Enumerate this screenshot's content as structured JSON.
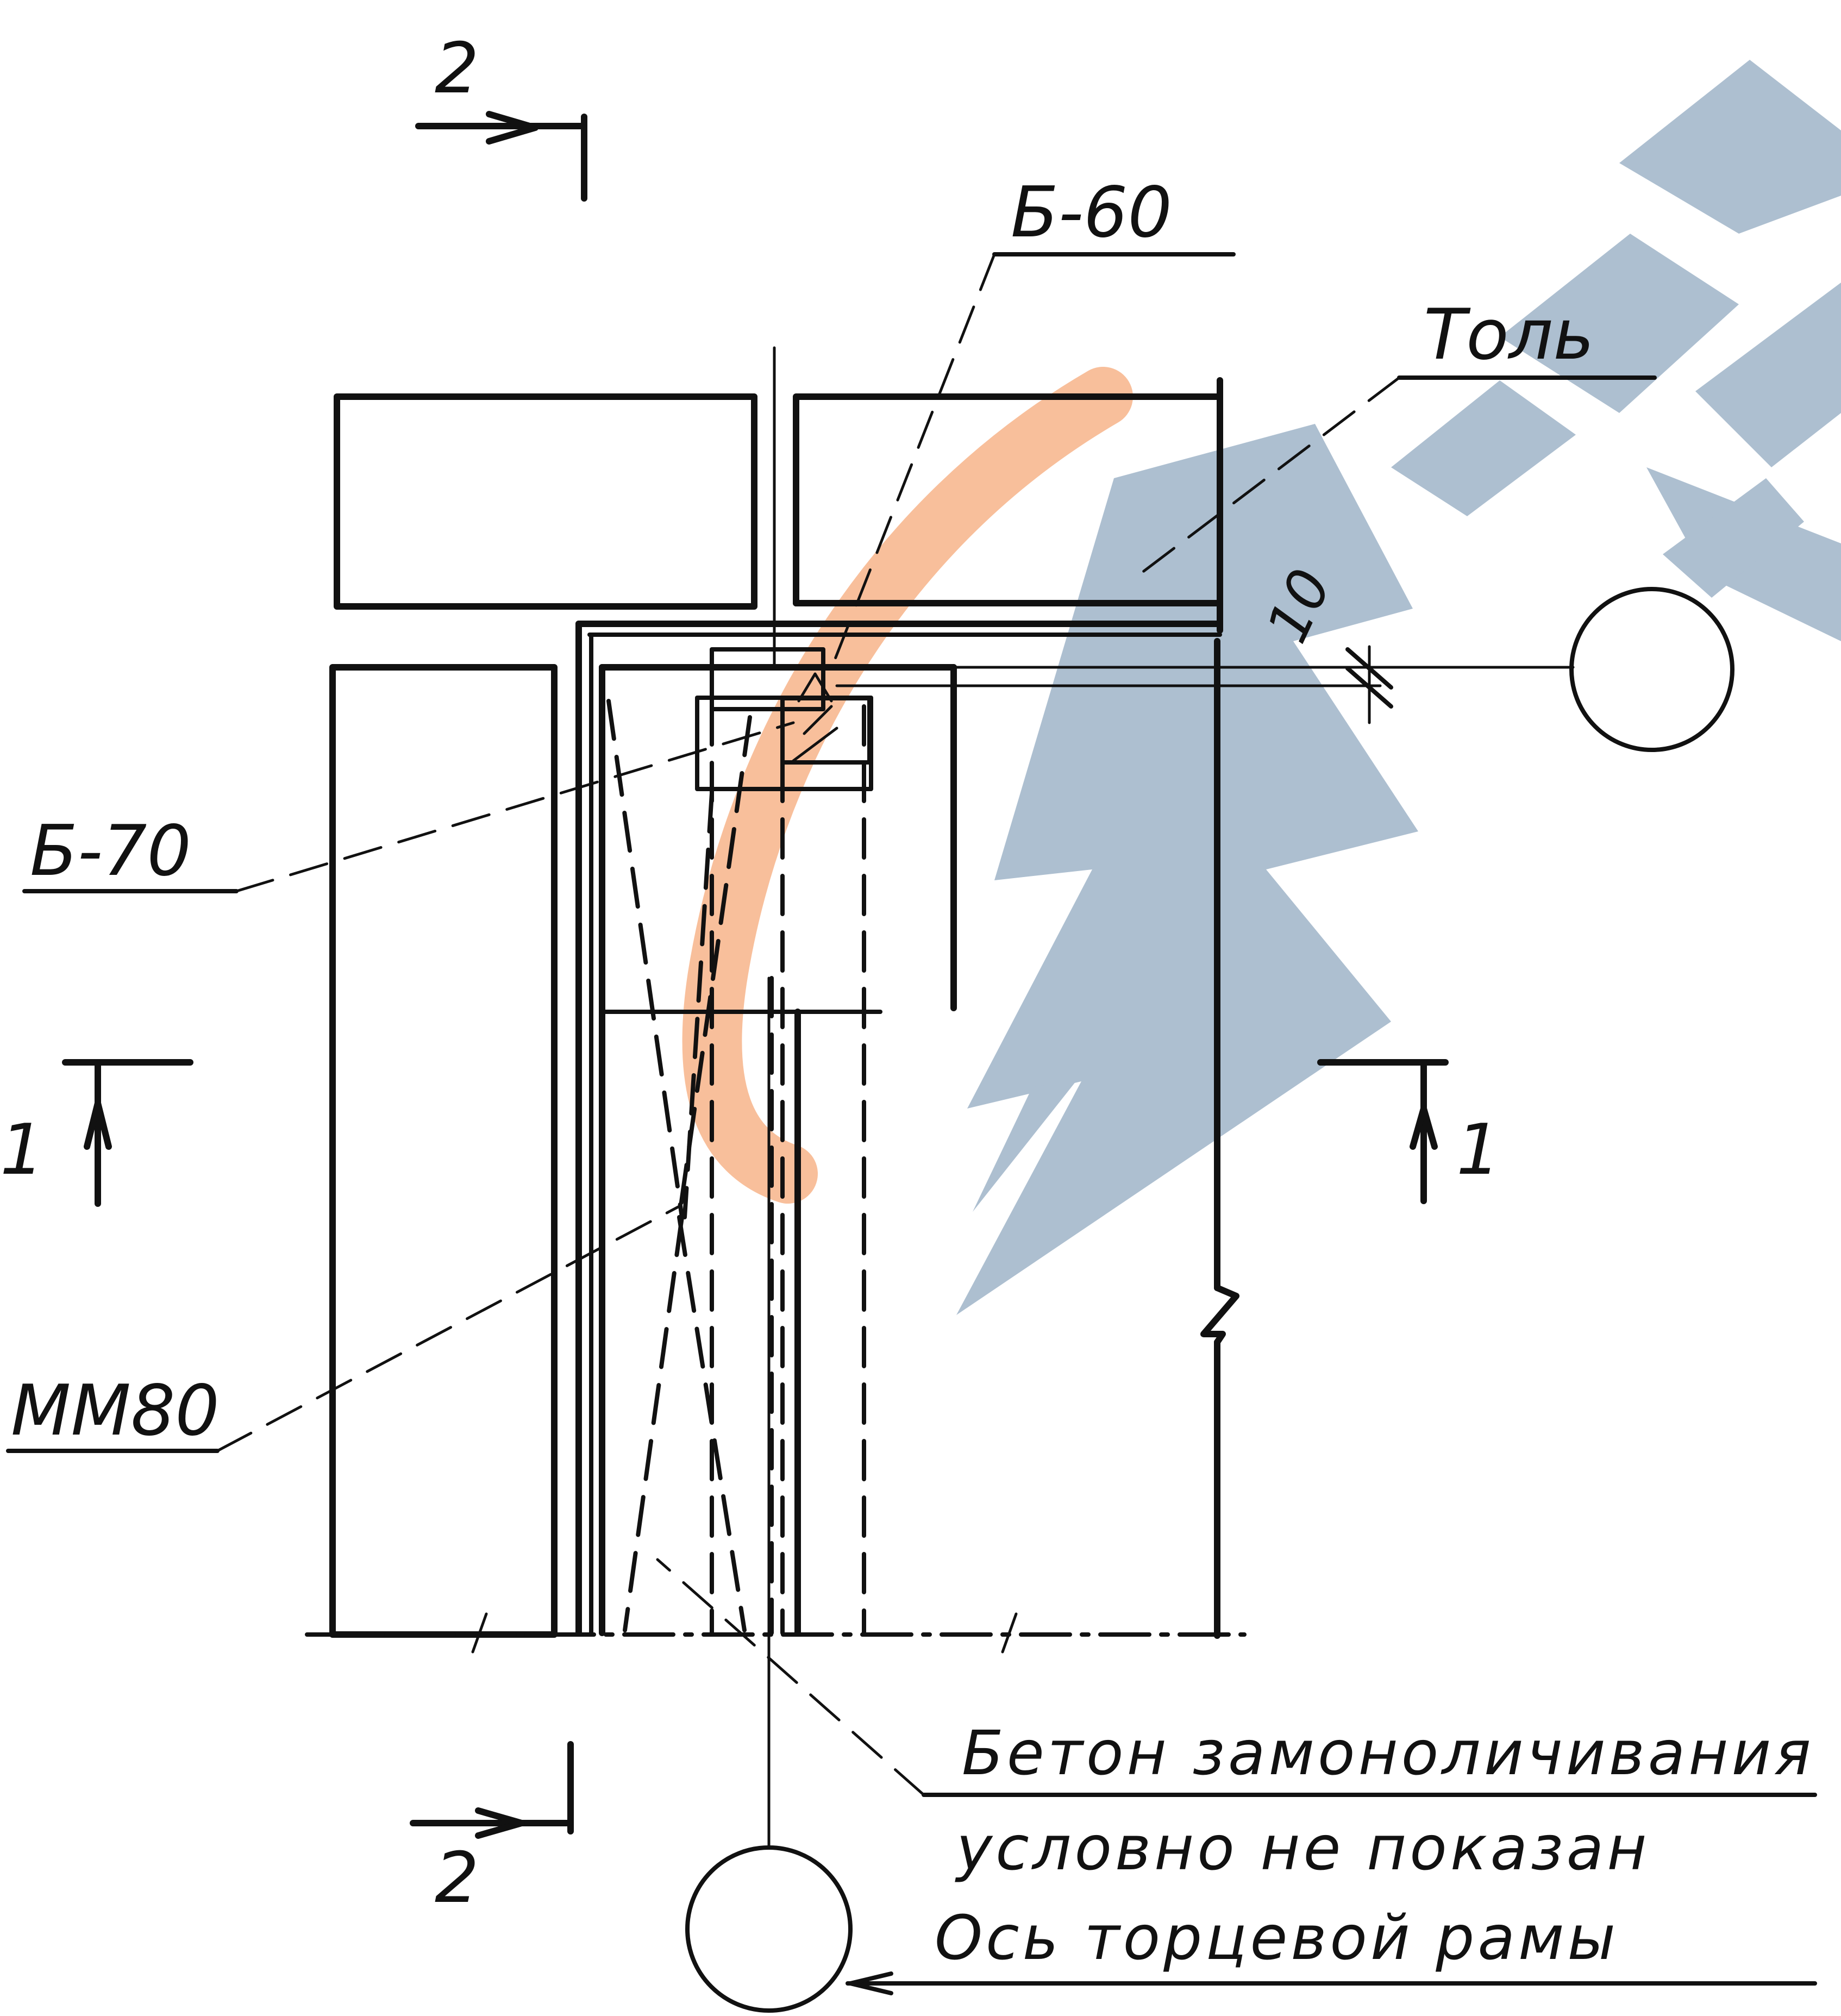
{
  "labels": {
    "section_2": "2",
    "section_1": "1",
    "b60": "Б-60",
    "b70": "Б-70",
    "tol": "Толь",
    "mm80": "ММ80",
    "dim_10": "10",
    "note_line1": "Бетон замоноличивания",
    "note_line2": "условно не показан",
    "note_line3": "Ось торцевой рамы"
  },
  "watermark": {
    "arc_color": "#f7b48a",
    "logo_color": "#9fb4c8"
  }
}
